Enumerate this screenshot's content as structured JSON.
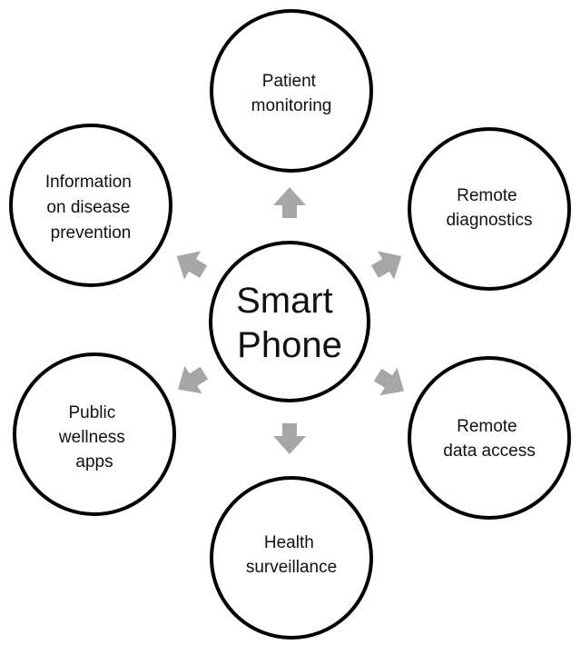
{
  "colors": {
    "arrow": "#a6a6a6",
    "circle_stroke": "#000000",
    "text": "#111111",
    "background": "#ffffff"
  },
  "center": {
    "lines": [
      "Smart",
      "Phone"
    ]
  },
  "nodes": [
    {
      "id": "patient-monitoring",
      "lines": [
        "Patient",
        "monitoring"
      ]
    },
    {
      "id": "remote-diagnostics",
      "lines": [
        "Remote",
        "diagnostics"
      ]
    },
    {
      "id": "remote-data-access",
      "lines": [
        "Remote",
        "data access"
      ]
    },
    {
      "id": "health-surveillance",
      "lines": [
        "Health",
        "surveillance"
      ]
    },
    {
      "id": "public-wellness-apps",
      "lines": [
        "Public",
        "wellness",
        "apps"
      ]
    },
    {
      "id": "information-on-disease-prevention",
      "lines": [
        "Information",
        "on disease",
        "prevention"
      ]
    }
  ]
}
